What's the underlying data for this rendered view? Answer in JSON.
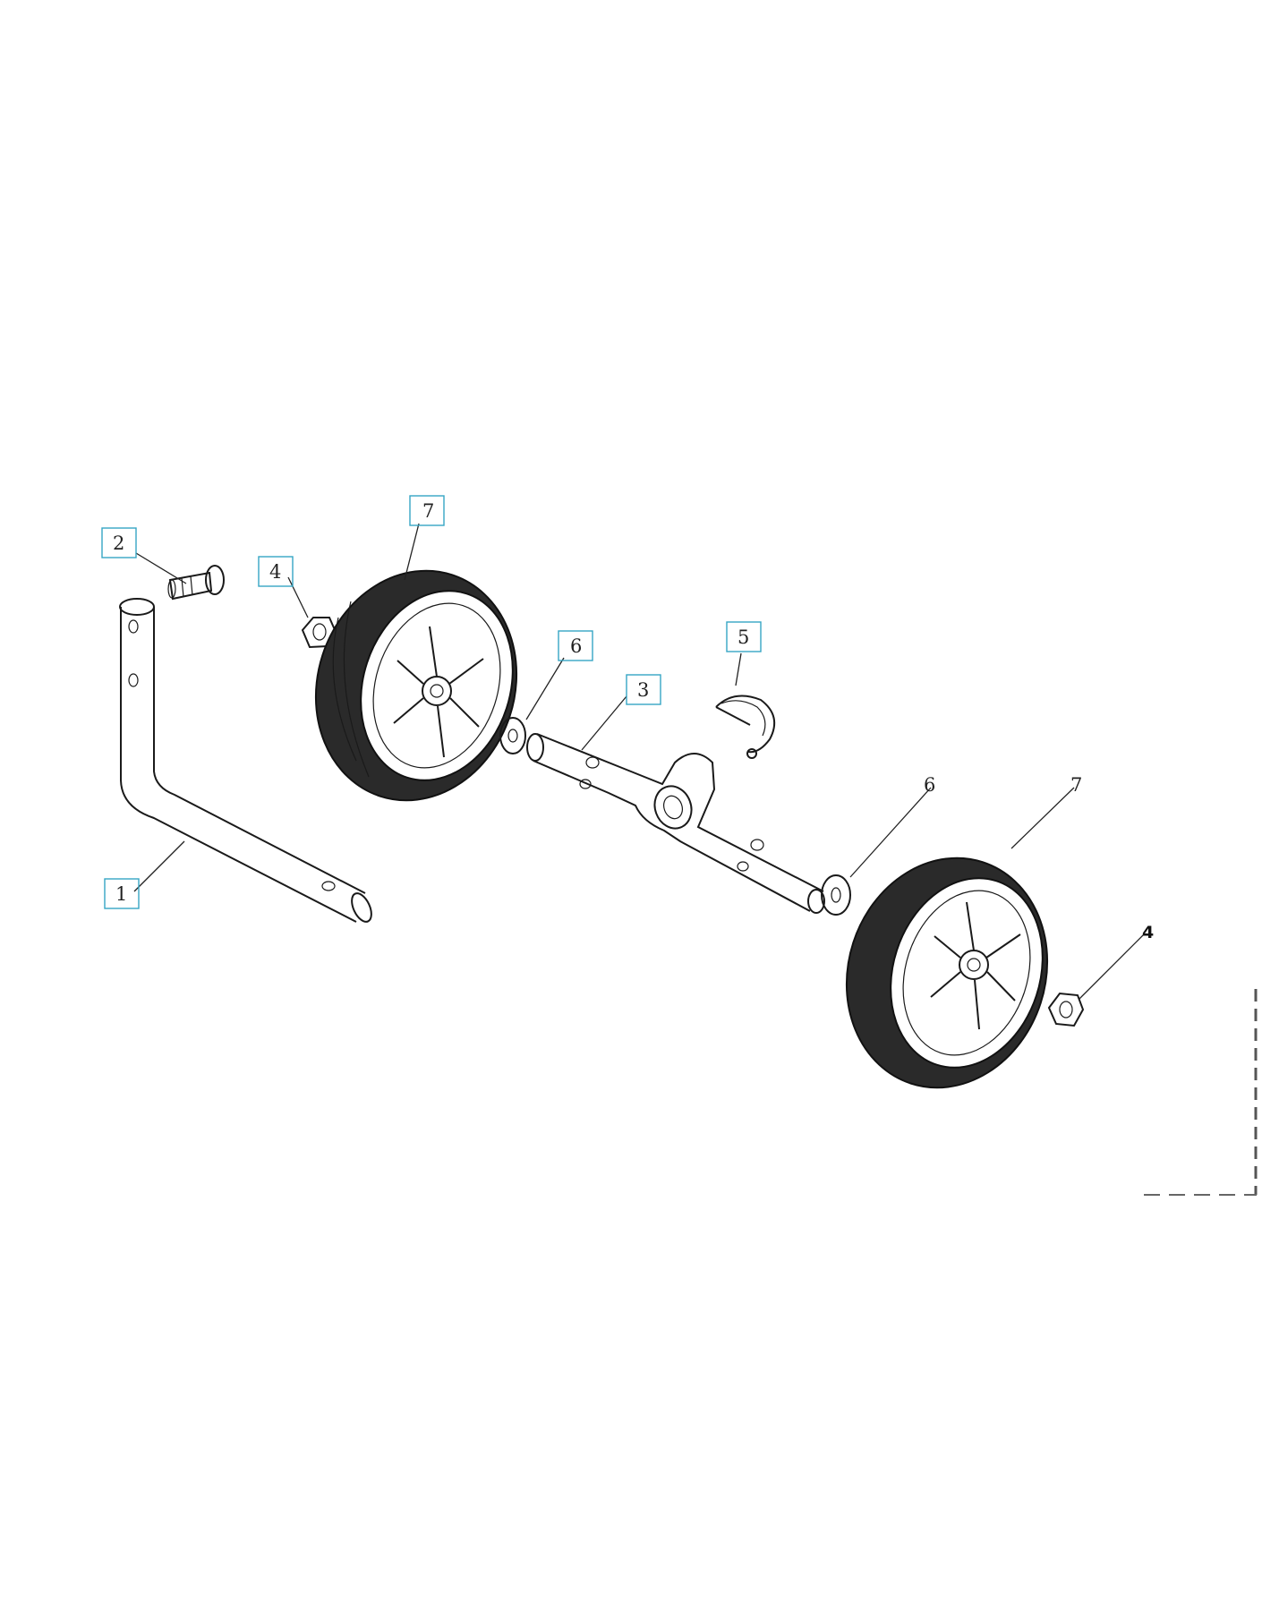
{
  "diagram": {
    "callouts": [
      {
        "id": "c1",
        "label": "1",
        "boxed": true
      },
      {
        "id": "c2",
        "label": "2",
        "boxed": true
      },
      {
        "id": "c4a",
        "label": "4",
        "boxed": true
      },
      {
        "id": "c7a",
        "label": "7",
        "boxed": true
      },
      {
        "id": "c6a",
        "label": "6",
        "boxed": true
      },
      {
        "id": "c3",
        "label": "3",
        "boxed": true
      },
      {
        "id": "c5",
        "label": "5",
        "boxed": true
      },
      {
        "id": "c6b",
        "label": "6",
        "boxed": false
      },
      {
        "id": "c7b",
        "label": "7",
        "boxed": false
      },
      {
        "id": "c4b",
        "label": "4",
        "boxed": false
      }
    ],
    "parts": [
      {
        "number": "1",
        "icon": "l-shaped-handle-tube"
      },
      {
        "number": "2",
        "icon": "flange-bolt"
      },
      {
        "number": "3",
        "icon": "axle-bracket"
      },
      {
        "number": "4",
        "icon": "hex-nut"
      },
      {
        "number": "5",
        "icon": "hairpin-clip"
      },
      {
        "number": "6",
        "icon": "flat-washer"
      },
      {
        "number": "7",
        "icon": "wheel"
      }
    ],
    "colors": {
      "callout_box": "#35a6c4",
      "ink": "#1a1a1a"
    }
  }
}
